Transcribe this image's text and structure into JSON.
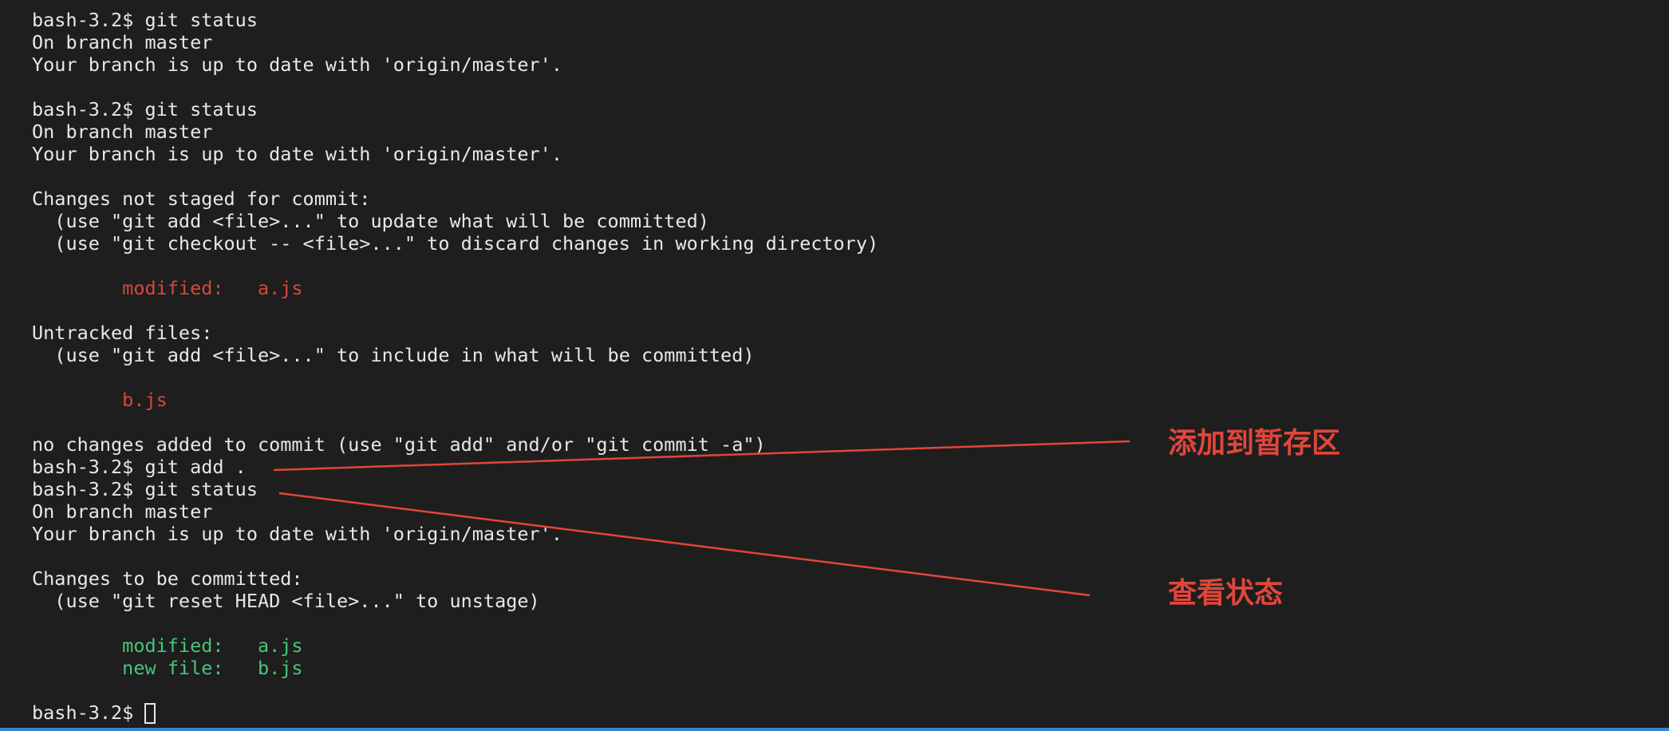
{
  "terminal": {
    "lines": [
      {
        "text": "bash-3.2$ git status",
        "color": "default"
      },
      {
        "text": "On branch master",
        "color": "default"
      },
      {
        "text": "Your branch is up to date with 'origin/master'.",
        "color": "default"
      },
      {
        "text": "",
        "color": "default"
      },
      {
        "text": "bash-3.2$ git status",
        "color": "default"
      },
      {
        "text": "On branch master",
        "color": "default"
      },
      {
        "text": "Your branch is up to date with 'origin/master'.",
        "color": "default"
      },
      {
        "text": "",
        "color": "default"
      },
      {
        "text": "Changes not staged for commit:",
        "color": "default"
      },
      {
        "text": "  (use \"git add <file>...\" to update what will be committed)",
        "color": "default"
      },
      {
        "text": "  (use \"git checkout -- <file>...\" to discard changes in working directory)",
        "color": "default"
      },
      {
        "text": "",
        "color": "default"
      },
      {
        "text": "        modified:   a.js",
        "color": "red"
      },
      {
        "text": "",
        "color": "default"
      },
      {
        "text": "Untracked files:",
        "color": "default"
      },
      {
        "text": "  (use \"git add <file>...\" to include in what will be committed)",
        "color": "default"
      },
      {
        "text": "",
        "color": "default"
      },
      {
        "text": "        b.js",
        "color": "red"
      },
      {
        "text": "",
        "color": "default"
      },
      {
        "text": "no changes added to commit (use \"git add\" and/or \"git commit -a\")",
        "color": "default"
      },
      {
        "text": "bash-3.2$ git add .",
        "color": "default"
      },
      {
        "text": "bash-3.2$ git status",
        "color": "default"
      },
      {
        "text": "On branch master",
        "color": "default"
      },
      {
        "text": "Your branch is up to date with 'origin/master'.",
        "color": "default"
      },
      {
        "text": "",
        "color": "default"
      },
      {
        "text": "Changes to be committed:",
        "color": "default"
      },
      {
        "text": "  (use \"git reset HEAD <file>...\" to unstage)",
        "color": "default"
      },
      {
        "text": "",
        "color": "default"
      },
      {
        "text": "        modified:   a.js",
        "color": "green"
      },
      {
        "text": "        new file:   b.js",
        "color": "green"
      },
      {
        "text": "",
        "color": "default"
      }
    ],
    "prompt": "bash-3.2$ "
  },
  "annotations": {
    "add": {
      "label": "添加到暂存区"
    },
    "status": {
      "label": "查看状态"
    }
  },
  "colors": {
    "background": "#1e1e1e",
    "text": "#e8e8e8",
    "modified_red": "#d9463c",
    "staged_green": "#45c77a",
    "annotation": "#e0463a",
    "status_bar": "#3c82c8"
  }
}
